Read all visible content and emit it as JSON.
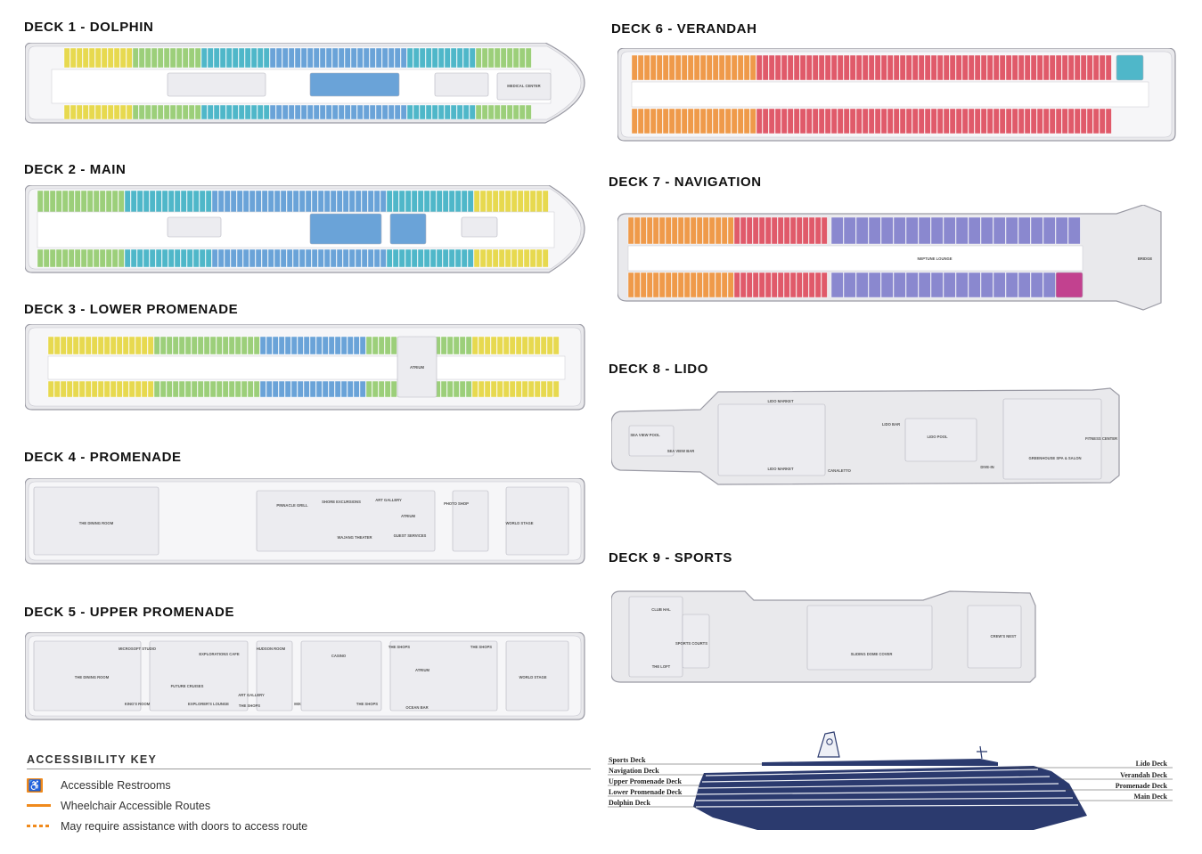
{
  "decks": [
    {
      "id": "deck1",
      "title": "DECK 1 - DOLPHIN",
      "labels": [
        "MEDICAL CENTER"
      ]
    },
    {
      "id": "deck2",
      "title": "DECK 2 - MAIN",
      "labels": []
    },
    {
      "id": "deck3",
      "title": "DECK 3 - LOWER PROMENADE",
      "labels": [
        "ATRIUM"
      ]
    },
    {
      "id": "deck4",
      "title": "DECK 4 - PROMENADE",
      "labels": [
        "THE DINING ROOM",
        "PINNACLE GRILL",
        "SHORE EXCURSIONS",
        "ART GALLERY",
        "ATRIUM",
        "PHOTO SHOP",
        "WORLD STAGE",
        "WAJANG THEATER",
        "GUEST SERVICES"
      ]
    },
    {
      "id": "deck5",
      "title": "DECK 5 - UPPER PROMENADE",
      "labels": [
        "THE DINING ROOM",
        "MICROSOFT STUDIO",
        "EXPLORATIONS CAFE",
        "HUDSON ROOM",
        "CASINO",
        "THE SHOPS",
        "ATRIUM",
        "WORLD STAGE",
        "KING'S ROOM",
        "EXPLORER'S LOUNGE",
        "ART GALLERY",
        "MIX",
        "OCEAN BAR",
        "FUTURE CRUISES"
      ]
    },
    {
      "id": "deck6",
      "title": "DECK 6 - VERANDAH",
      "labels": []
    },
    {
      "id": "deck7",
      "title": "DECK 7 - NAVIGATION",
      "labels": [
        "NEPTUNE LOUNGE",
        "BRIDGE"
      ]
    },
    {
      "id": "deck8",
      "title": "DECK 8 - LIDO",
      "labels": [
        "SEA VIEW POOL",
        "SEA VIEW BAR",
        "LIDO MARKET",
        "LIDO BAR",
        "LIDO POOL",
        "CANALETTO",
        "DIVE-IN",
        "GREENHOUSE SPA & SALON",
        "FITNESS CENTER"
      ]
    },
    {
      "id": "deck9",
      "title": "DECK 9 - SPORTS",
      "labels": [
        "CLUB HAL",
        "SPORTS COURTS",
        "THE LOFT",
        "SLIDING DOME COVER",
        "CREW'S NEST"
      ]
    }
  ],
  "accessibility_key": {
    "title": "ACCESSIBILITY KEY",
    "items": [
      {
        "icon": "wheelchair-icon",
        "label": "Accessible Restrooms"
      },
      {
        "icon": "solid-line-icon",
        "label": "Wheelchair Accessible Routes"
      },
      {
        "icon": "dashed-line-icon",
        "label": "May require assistance with doors to access route"
      }
    ],
    "accent_color": "#f08a1c"
  },
  "ship_profile": {
    "left_labels": [
      "Sports Deck",
      "Navigation Deck",
      "Upper Promenade Deck",
      "Lower Promenade Deck",
      "Dolphin Deck"
    ],
    "right_labels": [
      "Lido Deck",
      "Verandah Deck",
      "Promenade Deck",
      "Main Deck"
    ],
    "hull_color": "#2b3a6e"
  },
  "colors": {
    "hull": "#e9e9ec",
    "hull_outline": "#9a9aa4",
    "cabin_blue": "#6aa3d8",
    "cabin_green": "#9ccf7a",
    "cabin_yellow": "#e7d94f",
    "cabin_teal": "#4fb7c9",
    "cabin_red": "#e05a6a",
    "cabin_orange": "#ef9a4a",
    "cabin_purple": "#8a88cf"
  }
}
